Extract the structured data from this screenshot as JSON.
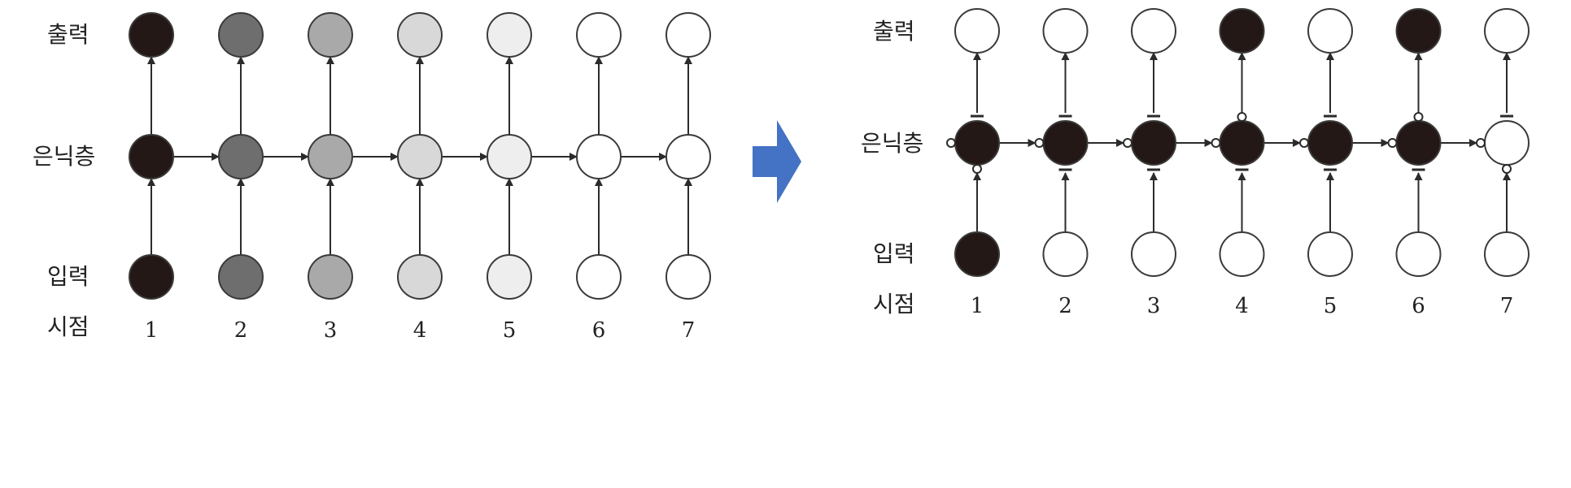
{
  "colors": {
    "stroke": "#3a3a3a",
    "arrow_shape": "#4472c4",
    "black_node": "#231815",
    "white_node": "#ffffff"
  },
  "left_panel": {
    "row_labels": {
      "output": "출력",
      "hidden": "은닉층",
      "input": "입력",
      "time": "시점"
    },
    "time_steps": [
      "1",
      "2",
      "3",
      "4",
      "5",
      "6",
      "7"
    ],
    "node_fills": [
      "#231815",
      "#6e6e6e",
      "#a9a9a9",
      "#d8d8d8",
      "#eeeeee",
      "#ffffff",
      "#ffffff"
    ]
  },
  "right_panel": {
    "row_labels": {
      "output": "출력",
      "hidden": "은닉층",
      "input": "입력",
      "time": "시점"
    },
    "time_steps": [
      "1",
      "2",
      "3",
      "4",
      "5",
      "6",
      "7"
    ],
    "input_fills": [
      "#231815",
      "#ffffff",
      "#ffffff",
      "#ffffff",
      "#ffffff",
      "#ffffff",
      "#ffffff"
    ],
    "hidden_fills": [
      "#231815",
      "#231815",
      "#231815",
      "#231815",
      "#231815",
      "#231815",
      "#ffffff"
    ],
    "output_fills": [
      "#ffffff",
      "#ffffff",
      "#ffffff",
      "#231815",
      "#ffffff",
      "#231815",
      "#ffffff"
    ],
    "output_gate": [
      "closed",
      "closed",
      "closed",
      "open",
      "closed",
      "open",
      "closed"
    ],
    "input_gate": [
      "open",
      "closed",
      "closed",
      "closed",
      "closed",
      "closed",
      "open"
    ]
  },
  "transition": {
    "icon": "right-arrow-icon"
  }
}
